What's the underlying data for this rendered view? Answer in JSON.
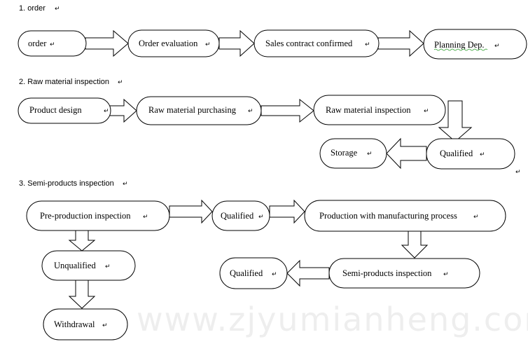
{
  "headings": {
    "order": "1.    order",
    "raw_material": "2. Raw material inspection",
    "semi_products": "3. Semi-products inspection"
  },
  "nodes": {
    "order": "order",
    "order_evaluation": "Order evaluation",
    "sales_contract": "Sales contract confirmed",
    "planning_dep": "Planning Dep.",
    "product_design": "Product design",
    "raw_material_purchasing": "Raw material purchasing",
    "raw_material_inspection": "Raw material inspection",
    "qualified_raw": "Qualified",
    "storage": "Storage",
    "pre_production_inspection": "Pre-production inspection",
    "qualified_pre": "Qualified",
    "production_process": "Production with manufacturing process",
    "unqualified": "Unqualified",
    "semi_products_inspection": "Semi-products inspection",
    "qualified_semi": "Qualified",
    "withdrawal": "Withdrawal"
  },
  "paragraph_mark": "↵",
  "watermark": "www.zjyumianheng.com",
  "colors": {
    "stroke": "#000000",
    "fill": "#ffffff",
    "spellcheck": "#2a9d2a"
  }
}
